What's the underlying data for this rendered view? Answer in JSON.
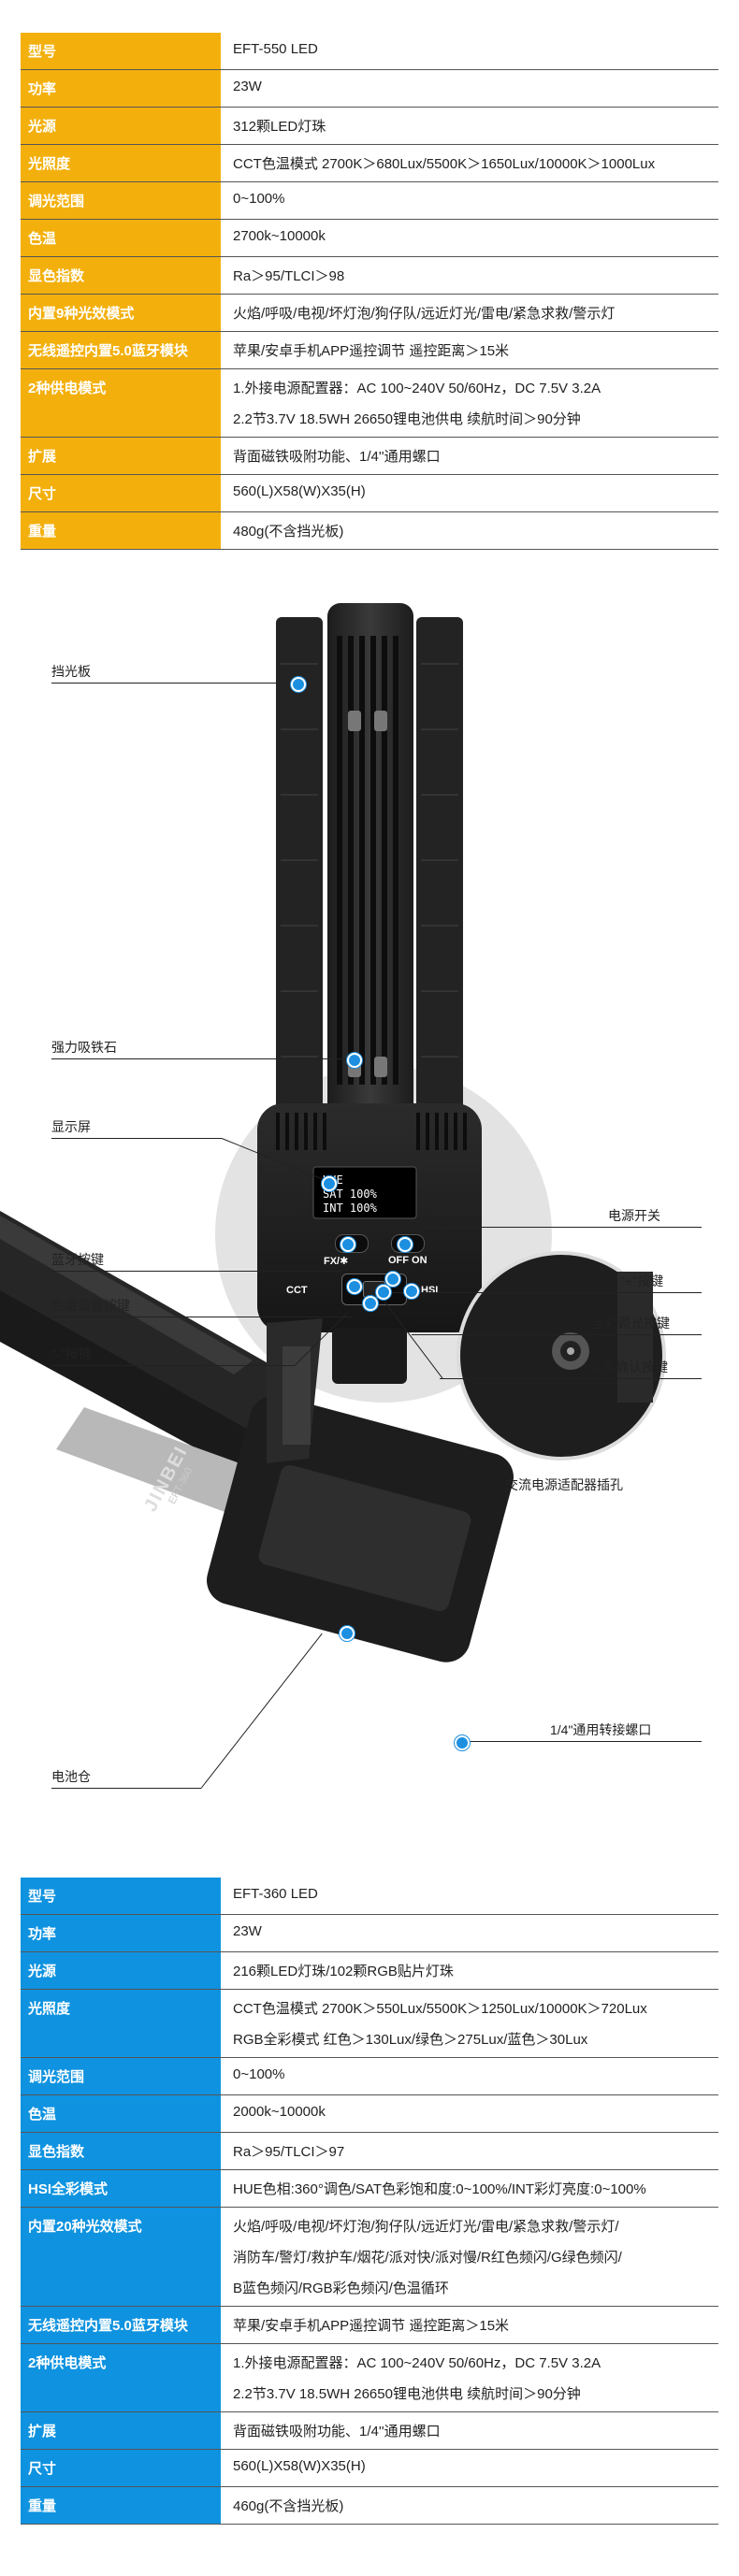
{
  "table1": {
    "rows": [
      {
        "key": "型号",
        "vals": [
          "EFT-550 LED"
        ]
      },
      {
        "key": "功率",
        "vals": [
          "23W"
        ]
      },
      {
        "key": "光源",
        "vals": [
          "312颗LED灯珠"
        ]
      },
      {
        "key": "光照度",
        "vals": [
          "CCT色温模式 2700K＞680Lux/5500K＞1650Lux/10000K＞1000Lux"
        ]
      },
      {
        "key": "调光范围",
        "vals": [
          "0~100%"
        ]
      },
      {
        "key": "色温",
        "vals": [
          "2700k~10000k"
        ]
      },
      {
        "key": "显色指数",
        "vals": [
          "Ra＞95/TLCI＞98"
        ]
      },
      {
        "key": "内置9种光效模式",
        "vals": [
          "火焰/呼吸/电视/坏灯泡/狗仔队/远近灯光/雷电/紧急求救/警示灯"
        ]
      },
      {
        "key": "无线遥控内置5.0蓝牙模块",
        "vals": [
          "苹果/安卓手机APP遥控调节 遥控距离＞15米"
        ]
      },
      {
        "key": "2种供电模式",
        "vals": [
          "1.外接电源配置器：AC 100~240V 50/60Hz，DC 7.5V 3.2A",
          "2.2节3.7V 18.5WH 26650锂电池供电 续航时间＞90分钟"
        ]
      },
      {
        "key": "扩展",
        "vals": [
          "背面磁铁吸附功能、1/4''通用螺口"
        ]
      },
      {
        "key": "尺寸",
        "vals": [
          "560(L)X58(W)X35(H)"
        ]
      },
      {
        "key": "重量",
        "vals": [
          "480g(不含挡光板)"
        ]
      }
    ]
  },
  "product": {
    "labels": {
      "barn_door": "挡光板",
      "magnet": "强力吸铁石",
      "display": "显示屏",
      "bt_button": "蓝牙按键",
      "cct_button": "色温设置按键",
      "minus_button": "\"-\"按键",
      "power_switch": "电源开关",
      "plus_button": "\"+\"按键",
      "hsi_button": "全彩调光按键",
      "confirm_button": "设置确认按键",
      "battery": "电池仓",
      "dc_port": "交流电源适配器插孔",
      "screw": "1/4\"通用转接螺口"
    },
    "screen": {
      "line1": "HUE",
      "line2": "SAT  100%",
      "line3": "INT  100%"
    },
    "panel": {
      "fx": "FX/✱",
      "off_on": "OFF ON",
      "cct": "CCT",
      "hsi": "HSI",
      "brand": "JINBEI",
      "model": "EFT-360"
    }
  },
  "table2": {
    "rows": [
      {
        "key": "型号",
        "vals": [
          "EFT-360 LED"
        ]
      },
      {
        "key": "功率",
        "vals": [
          "23W"
        ]
      },
      {
        "key": "光源",
        "vals": [
          "216颗LED灯珠/102颗RGB贴片灯珠"
        ]
      },
      {
        "key": "光照度",
        "vals": [
          "CCT色温模式 2700K＞550Lux/5500K＞1250Lux/10000K＞720Lux",
          "RGB全彩模式 红色＞130Lux/绿色＞275Lux/蓝色＞30Lux"
        ]
      },
      {
        "key": "调光范围",
        "vals": [
          "0~100%"
        ]
      },
      {
        "key": "色温",
        "vals": [
          "2000k~10000k"
        ]
      },
      {
        "key": "显色指数",
        "vals": [
          "Ra＞95/TLCI＞97"
        ]
      },
      {
        "key": "HSI全彩模式",
        "vals": [
          "HUE色相:360°调色/SAT色彩饱和度:0~100%/INT彩灯亮度:0~100%"
        ]
      },
      {
        "key": "内置20种光效模式",
        "vals": [
          "火焰/呼吸/电视/坏灯泡/狗仔队/远近灯光/雷电/紧急求救/警示灯/",
          "消防车/警灯/救护车/烟花/派对快/派对慢/R红色频闪/G绿色频闪/",
          "B蓝色频闪/RGB彩色频闪/色温循环"
        ]
      },
      {
        "key": "无线遥控内置5.0蓝牙模块",
        "vals": [
          "苹果/安卓手机APP遥控调节 遥控距离＞15米"
        ]
      },
      {
        "key": "2种供电模式",
        "vals": [
          "1.外接电源配置器：AC 100~240V 50/60Hz，DC 7.5V 3.2A",
          "2.2节3.7V 18.5WH 26650锂电池供电 续航时间＞90分钟"
        ]
      },
      {
        "key": "扩展",
        "vals": [
          "背面磁铁吸附功能、1/4''通用螺口"
        ]
      },
      {
        "key": "尺寸",
        "vals": [
          "560(L)X58(W)X35(H)"
        ]
      },
      {
        "key": "重量",
        "vals": [
          "460g(不含挡光板)"
        ]
      }
    ]
  }
}
